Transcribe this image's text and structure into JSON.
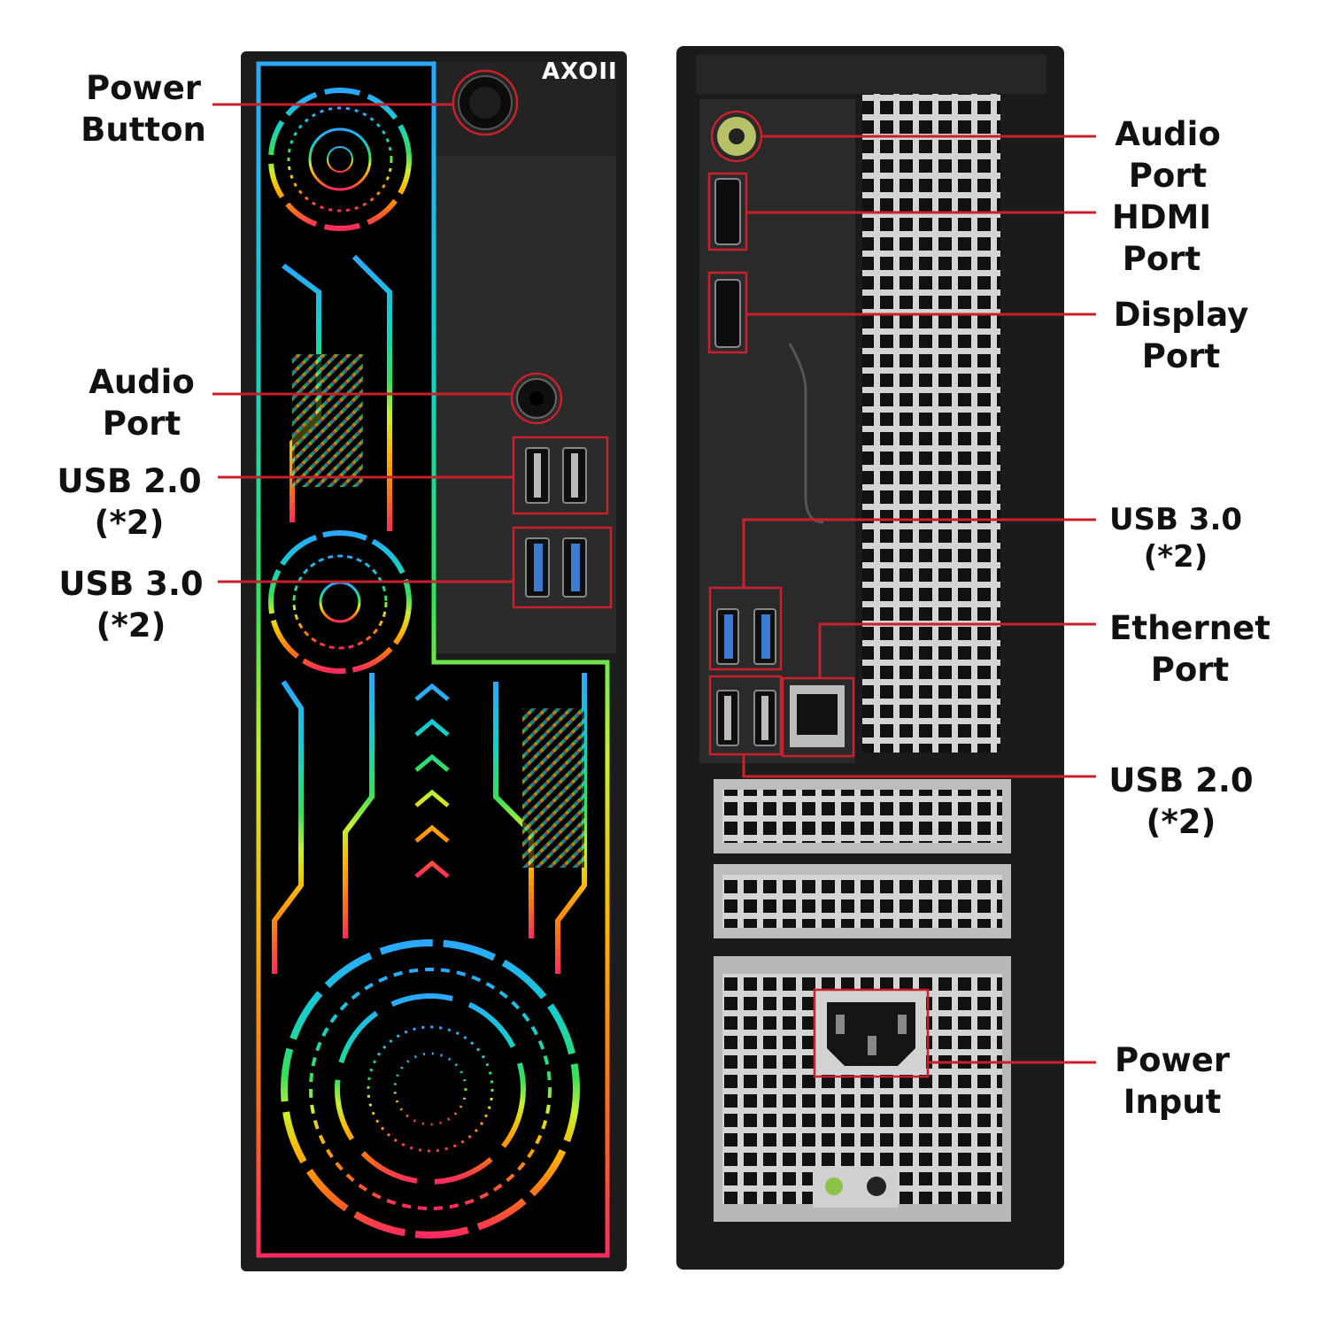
{
  "brand": "AXOII",
  "colors": {
    "callout": "#c8202c",
    "case": "#1a1a1a",
    "panel": "#2c2c2c",
    "usb3": "#3d7bd1",
    "grille": "#c9c9c9"
  },
  "front": {
    "power_button": [
      "Power",
      "Button"
    ],
    "audio_port": [
      "Audio",
      "Port"
    ],
    "usb2": [
      "USB 2.0",
      "(*2)"
    ],
    "usb3": [
      "USB 3.0",
      "(*2)"
    ]
  },
  "rear": {
    "audio_port": [
      "Audio",
      "Port"
    ],
    "hdmi_port": [
      "HDMI",
      "Port"
    ],
    "display_port": [
      "Display",
      "Port"
    ],
    "usb3": [
      "USB 3.0",
      "(*2)"
    ],
    "ethernet_port": [
      "Ethernet",
      "Port"
    ],
    "usb2": [
      "USB 2.0",
      "(*2)"
    ],
    "power_input": [
      "Power",
      "Input"
    ]
  }
}
